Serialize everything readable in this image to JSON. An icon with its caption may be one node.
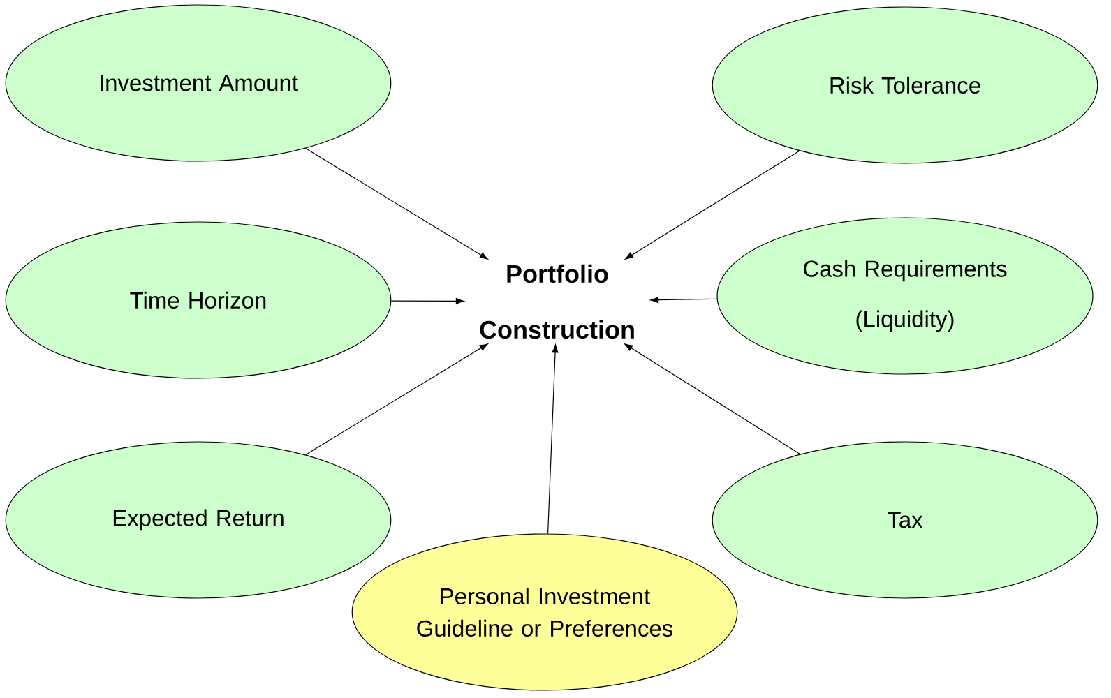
{
  "diagram": {
    "nodes": [
      {
        "text": [
          "Investment Amount"
        ]
      },
      {
        "text": [
          "Risk Tolerance"
        ]
      },
      {
        "text": [
          "Time Horizon"
        ]
      },
      {
        "text": [
          "Portfolio Construction"
        ]
      },
      {
        "text": [
          "Cash Requirements (Liquidity)"
        ]
      },
      {
        "text": [
          "Expected Return"
        ]
      },
      {
        "text": [
          "Tax"
        ]
      },
      {
        "text": [
          "Personal Investment Guideline or Preferences"
        ]
      }
    ],
    "edges": [
      {
        "from": 0,
        "to": 3,
        "arrow": "to"
      },
      {
        "from": 1,
        "to": 3,
        "arrow": "to"
      },
      {
        "from": 2,
        "to": 3,
        "arrow": "to"
      },
      {
        "from": 4,
        "to": 3,
        "arrow": "to"
      },
      {
        "from": 5,
        "to": 3,
        "arrow": "to"
      },
      {
        "from": 6,
        "to": 3,
        "arrow": "to"
      },
      {
        "from": 7,
        "to": 3,
        "arrow": "to"
      }
    ]
  }
}
